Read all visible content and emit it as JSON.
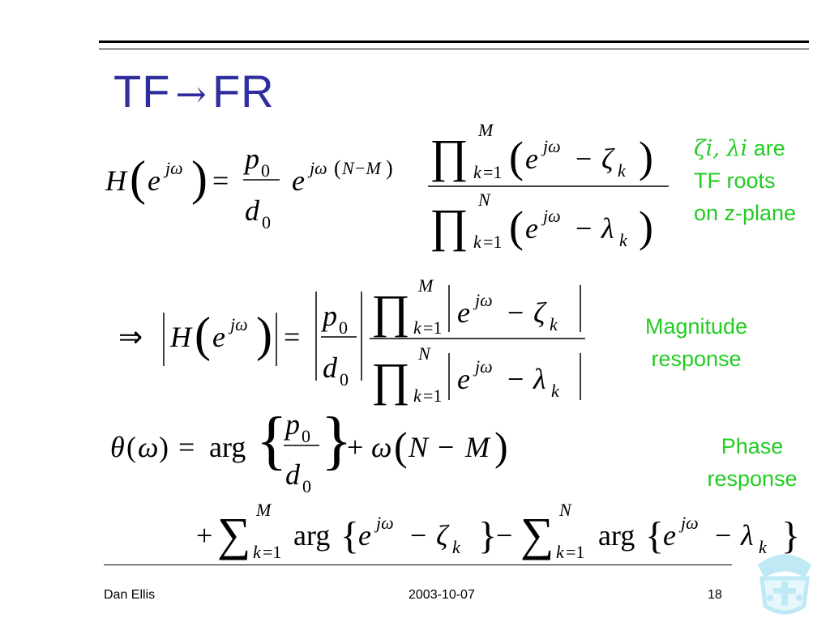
{
  "slide": {
    "title_left": "TF",
    "title_arrow": "→",
    "title_right": "FR"
  },
  "notes": {
    "roots_line1_symbols": "ζi, λi",
    "roots_line1_text": "are",
    "roots_line2": "TF roots",
    "roots_line3": "on z-plane",
    "magnitude_line1": "Magnitude",
    "magnitude_line2": "response",
    "phase_line1": "Phase",
    "phase_line2": "response"
  },
  "footer": {
    "author": "Dan Ellis",
    "date": "2003-10-07",
    "page": "18"
  },
  "colors": {
    "title": "#2e2e9e",
    "notes": "#22cc22",
    "crest": "#bfe9f5"
  },
  "icons": {
    "crest": "university-crest-icon"
  }
}
